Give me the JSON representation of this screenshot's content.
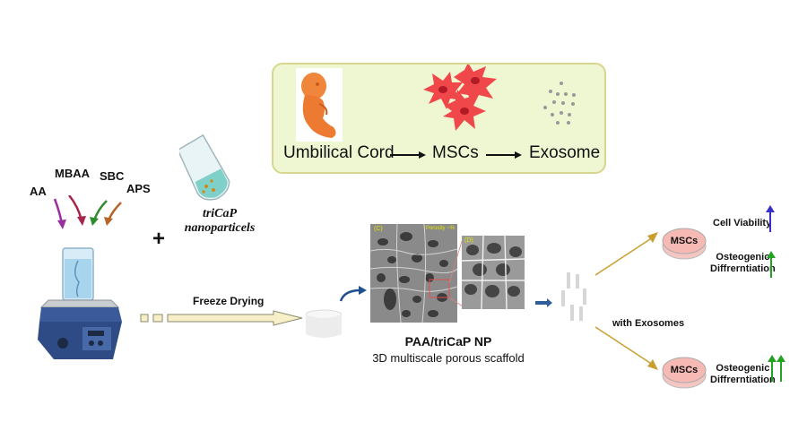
{
  "source_box": {
    "steps": [
      "Umbilical Cord",
      "MSCs",
      "Exosome"
    ]
  },
  "reagents": [
    "AA",
    "MBAA",
    "SBC",
    "APS"
  ],
  "reagent_arrow_colors": [
    "#9b2fa0",
    "#a8234a",
    "#2e8b2e",
    "#b5652a"
  ],
  "plus_symbol": "+",
  "nanoparticles": {
    "line1": "triCaP",
    "line2": "nanoparticels"
  },
  "process": {
    "freeze_drying_label": "Freeze Drying"
  },
  "scaffold": {
    "title": "PAA/triCaP NP",
    "subtitle": "3D multiscale porous scaffold",
    "sem_label_a": "(C)",
    "sem_label_b": "(D)",
    "sem_scale_text": "Porosity ~%"
  },
  "outcomes": {
    "dish_label": "MSCs",
    "top": {
      "items": [
        {
          "label": "Cell Viability",
          "arrows": 1,
          "color": "#3b2fc9"
        },
        {
          "label_line1": "Osteogenic",
          "label_line2": "Diffrerntiation",
          "arrows": 1,
          "color": "#22a322"
        }
      ]
    },
    "with_exosomes_label": "with Exosomes",
    "bottom": {
      "label_line1": "Osteogenic",
      "label_line2": "Diffrerntiation",
      "arrows": 2,
      "color": "#22a322"
    }
  },
  "colors": {
    "box_bg": "#eef7d2",
    "box_border": "#d8d58e",
    "cell_red": "#f0474a",
    "dish_pink": "#f7b9b4",
    "branch_arrow": "#c9a030",
    "freeze_arrow_fill": "#f6efc8"
  }
}
